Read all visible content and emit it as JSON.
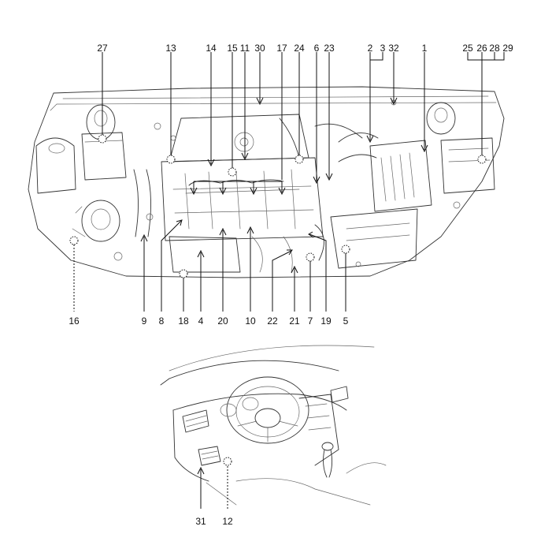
{
  "callouts": {
    "c1": "1",
    "c2": "2",
    "c3": "3",
    "c4": "4",
    "c5": "5",
    "c6": "6",
    "c7": "7",
    "c8": "8",
    "c9": "9",
    "c10": "10",
    "c11": "11",
    "c12": "12",
    "c13": "13",
    "c14": "14",
    "c15": "15",
    "c16": "16",
    "c17": "17",
    "c18": "18",
    "c19": "19",
    "c20": "20",
    "c21": "21",
    "c22": "22",
    "c23": "23",
    "c24": "24",
    "c25": "25",
    "c26": "26",
    "c27": "27",
    "c28": "28",
    "c29": "29",
    "c30": "30",
    "c31": "31",
    "c32": "32"
  },
  "illustrations": {
    "engine_bay": "engine-compartment-line-drawing",
    "dashboard": "driver-dashboard-line-drawing"
  }
}
